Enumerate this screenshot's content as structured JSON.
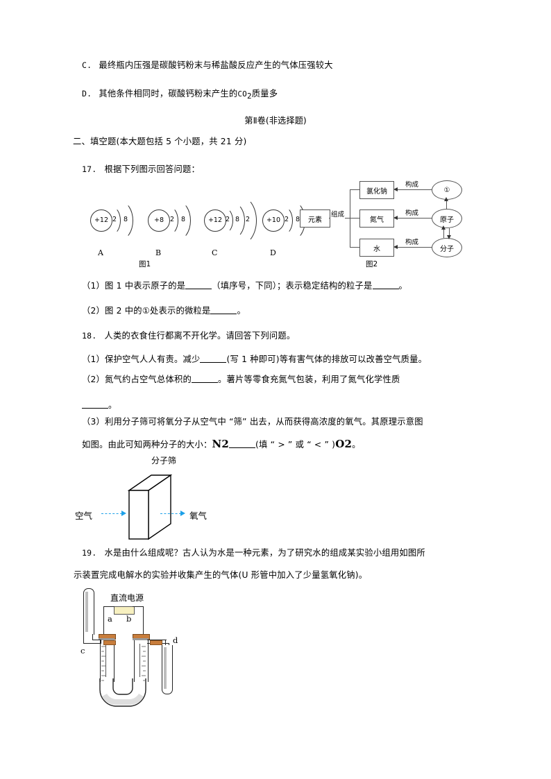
{
  "document": {
    "options": [
      {
        "letter": "C.",
        "text": "最终瓶内压强是碳酸钙粉末与稀盐酸反应产生的气体压强较大"
      },
      {
        "letter": "D.",
        "pre": "其他条件相同时，碳酸钙粉末产生的",
        "formula": "CO",
        "sub": "2",
        "post": "质量多"
      }
    ],
    "section_title": "第Ⅱ卷(非选择题)",
    "section_heading": "二、填空题(本大题包括 5 个小题，共 21 分)"
  },
  "q17": {
    "number": "17.",
    "stem": "根据下列图示回答问题：",
    "sub1_a": "（1）图 1 中表示原子的是",
    "sub1_b": "（填序号，下同）；表示稳定结构的粒子是",
    "sub1_c": "。",
    "sub2_a": "（2）图 2 中的①处表示的微粒是",
    "sub2_b": "。",
    "fig1_caption": "图1",
    "fig2_caption": "图2",
    "atoms": [
      {
        "label": "A",
        "charge": "+12",
        "shells": [
          "2",
          "8"
        ]
      },
      {
        "label": "B",
        "charge": "+8",
        "shells": [
          "2",
          "8"
        ]
      },
      {
        "label": "C",
        "charge": "+12",
        "shells": [
          "2",
          "8",
          "2"
        ]
      },
      {
        "label": "D",
        "charge": "+10",
        "shells": [
          "2",
          "8"
        ]
      }
    ],
    "flow": {
      "source": "元素",
      "source_link": "组成",
      "middle": [
        "氯化钠",
        "氮气",
        "水"
      ],
      "link_labels": [
        "构成",
        "构成",
        "构成"
      ],
      "right": [
        "①",
        "原子",
        "分子"
      ]
    }
  },
  "q18": {
    "number": "18.",
    "stem": "人类的衣食住行都离不开化学。请回答下列问题。",
    "sub1_a": "（1）保护空气人人有责。减少",
    "sub1_b": "(写 1 种即可)等有害气体的排放可以改善空气质量。",
    "sub2_a": "（2）氮气约占空气总体积的",
    "sub2_b": "。薯片等零食充氮气包装，利用了氮气化学性质",
    "sub2_c": "。",
    "sub3_a": "（3）利用分子筛可将氧分子从空气中 “筛” 出去，从而获得高浓度的氧气。其原理示意图",
    "sub3_b": "如图。由此可知两种分子的大小：",
    "sub3_n2": "N",
    "sub3_n2_sub": "2",
    "sub3_mid": "(填 “ > ” 或 “ < ” )",
    "sub3_o2": "O",
    "sub3_o2_sub": "2",
    "sub3_end": "。",
    "sieve": {
      "title": "分子筛",
      "inlet": "空气",
      "outlet": "氧气"
    }
  },
  "q19": {
    "number": "19.",
    "line1": "水是由什么组成呢？古人认为水是一种元素，为了研究水的组成某实验小组用如图所",
    "line2": "示装置完成电解水的实验并收集产生的气体(U 形管中加入了少量氢氧化钠)。",
    "apparatus": {
      "psu_label": "直流电源",
      "electrode_a": "a",
      "electrode_b": "b",
      "tube_c": "c",
      "tube_d": "d"
    }
  },
  "colors": {
    "ink": "#000000",
    "figure_line": "#333333",
    "flow_line": "#555555",
    "arrow_blue": "#1da0e8",
    "stopper_orange": "#c87d3c",
    "psu_yellow": "#f7f0c0"
  }
}
